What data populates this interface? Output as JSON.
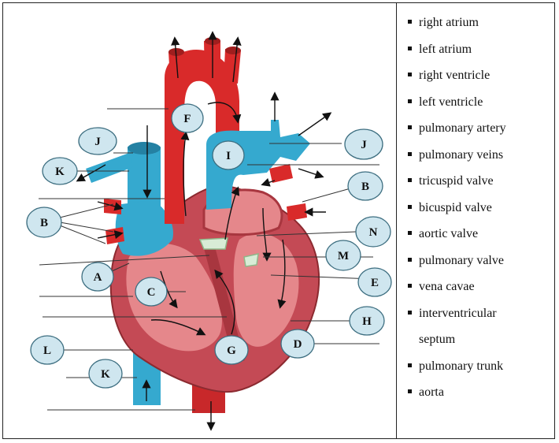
{
  "legend": {
    "items": [
      "right atrium",
      "left atrium",
      "right ventricle",
      "left ventricle",
      "pulmonary artery",
      "pulmonary veins",
      "tricuspid valve",
      "bicuspid valve",
      "aortic valve",
      "pulmonary valve",
      "vena cavae",
      "interventricular",
      "septum",
      "pulmonary trunk",
      "aorta"
    ]
  },
  "labels": [
    "J",
    "K",
    "F",
    "I",
    "J",
    "B",
    "B",
    "N",
    "M",
    "A",
    "E",
    "C",
    "H",
    "D",
    "G",
    "L",
    "K"
  ],
  "colors": {
    "bubble_fill": "#cfe6ef",
    "bubble_stroke": "#3d6e80",
    "vessel_red": "#d92a2a",
    "vessel_blue": "#35a9cf",
    "muscle": "#c44a55",
    "chamber": "#e5878b",
    "leader_line": "#333333"
  }
}
